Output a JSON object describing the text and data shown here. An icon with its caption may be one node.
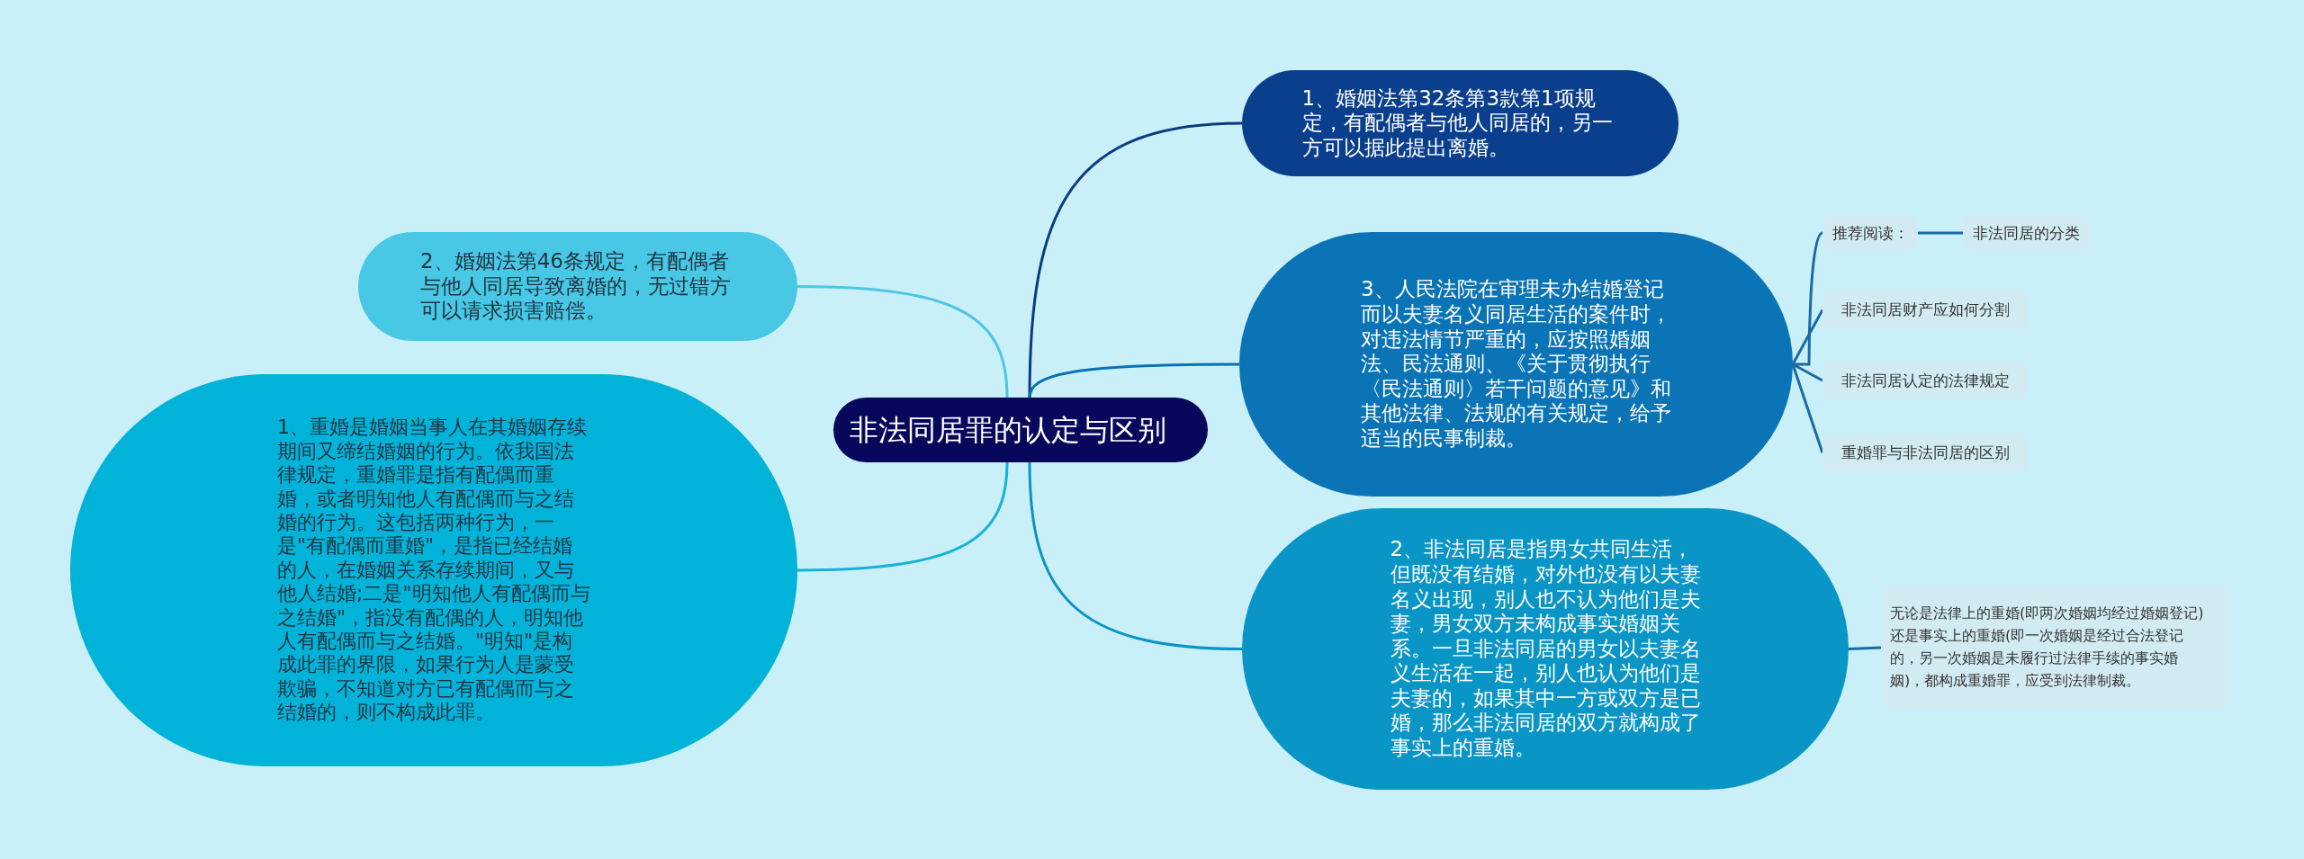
{
  "diagram": {
    "nodes": [
      {
        "text": [
          "非法同居罪的认定与区别"
        ]
      },
      {
        "text": [
          "1、婚姻法第32条第3款第1项规定，有配偶者与他人同居的，另一方可以据此提出离婚。"
        ]
      },
      {
        "text": [
          "3、人民法院在审理未办结婚登记而以夫妻名义同居生活的案件时，对违法情节严重的，应按照婚姻法、民法通则、《关于贯彻执行〈民法通则〉若干问题的意见》和其他法律、法规的有关规定，给予适当的民事制裁。"
        ]
      },
      {
        "text": [
          "2、非法同居是指男女共同生活，但既没有结婚，对外也没有以夫妻名义出现，别人也不认为他们是夫妻，男女双方未构成事实婚姻关系。一旦非法同居的男女以夫妻名义生活在一起，别人也认为他们是夫妻的，如果其中一方或双方是已婚，那么非法同居的双方就构成了事实上的重婚。"
        ]
      },
      {
        "text": [
          "2、婚姻法第46条规定，有配偶者与他人同居导致离婚的，无过错方可以请求损害赔偿。"
        ]
      },
      {
        "text": [
          "1、重婚是婚姻当事人在其婚姻存续期间又缔结婚姻的行为。依我国法律规定，重婚罪是指有配偶而重婚，或者明知他人有配偶而与之结婚的行为。这包括两种行为，一是\"有配偶而重婚\"，是指已经结婚的人，在婚姻关系存续期间，又与他人结婚;二是\"明知他人有配偶而与之结婚\"，指没有配偶的人，明知他人有配偶而与之结婚。\"明知\"是构成此罪的界限，如果行为人是蒙受欺骗，不知道对方已有配偶而与之结婚的，则不构成此罪。"
        ]
      },
      {
        "text": [
          "推荐阅读："
        ]
      },
      {
        "text": [
          "非法同居的分类"
        ]
      },
      {
        "text": [
          "非法同居财产应如何分割"
        ]
      },
      {
        "text": [
          "非法同居认定的法律规定"
        ]
      },
      {
        "text": [
          "重婚罪与非法同居的区别"
        ]
      },
      {
        "text": [
          "无论是法律上的重婚(即两次婚姻均经过婚姻登记)还是事实上的重婚(即一次婚姻是经过合法登记的，另一次婚姻是未履行过法律手续的事实婚姻)，都构成重婚罪，应受到法律制裁。"
        ]
      }
    ],
    "edges": [
      {
        "from": 0,
        "to": 1,
        "arrow": "none",
        "color": "#0a3a82"
      },
      {
        "from": 0,
        "to": 2,
        "arrow": "none",
        "color": "#0a72b4"
      },
      {
        "from": 0,
        "to": 3,
        "arrow": "none",
        "color": "#0a93c4"
      },
      {
        "from": 0,
        "to": 4,
        "arrow": "none",
        "color": "#4cc6e2"
      },
      {
        "from": 0,
        "to": 5,
        "arrow": "none",
        "color": "#14b2d6"
      },
      {
        "from": 2,
        "to": 6,
        "arrow": "none"
      },
      {
        "from": 6,
        "to": 7,
        "arrow": "none"
      },
      {
        "from": 2,
        "to": 8,
        "arrow": "none"
      },
      {
        "from": 2,
        "to": 9,
        "arrow": "none"
      },
      {
        "from": 2,
        "to": 10,
        "arrow": "none"
      },
      {
        "from": 3,
        "to": 11,
        "arrow": "none"
      }
    ]
  }
}
